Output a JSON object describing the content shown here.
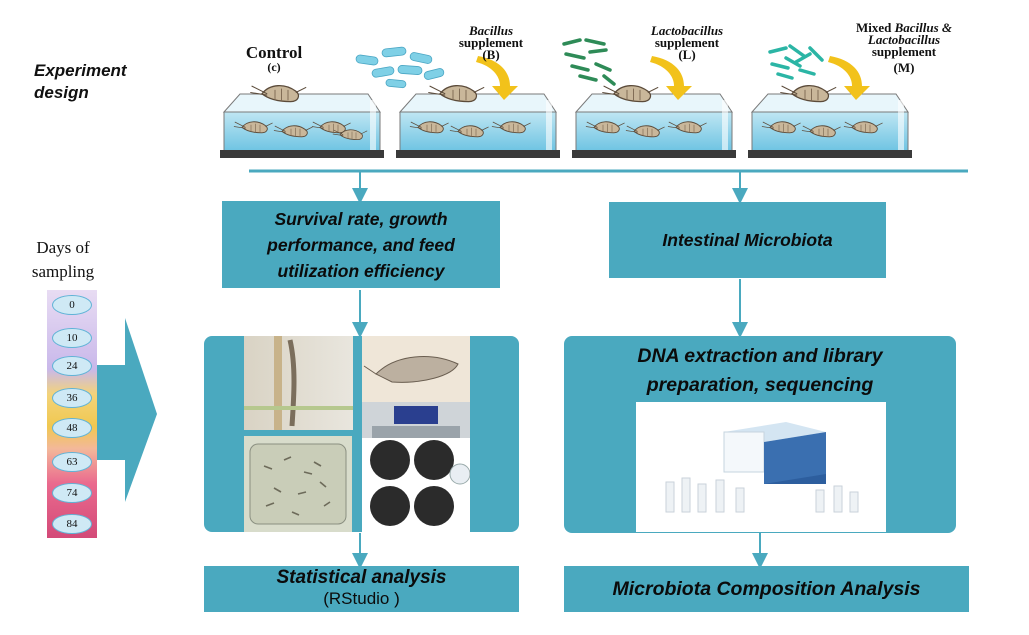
{
  "experiment_design": "Experiment design",
  "treatments": {
    "control": {
      "name": "Control",
      "code": "(c)"
    },
    "bacillus": {
      "name": "Bacillus",
      "sub": "supplement",
      "code": "(B)"
    },
    "lactobacillus": {
      "name": "Lactobacillus",
      "sub": "supplement",
      "code": "(L)"
    },
    "mixed": {
      "line1_plain": "Mixed ",
      "line1_italic": "Bacillus &",
      "line2": "Lactobacillus",
      "line3": "supplement",
      "code": "(M)"
    }
  },
  "sampling": {
    "title_line1": "Days of",
    "title_line2": "sampling",
    "days": [
      "0",
      "10",
      "24",
      "36",
      "48",
      "63",
      "74",
      "84"
    ]
  },
  "boxes": {
    "survival": "Survival rate, growth performance, and feed utilization efficiency",
    "intestinal": "Intestinal Microbiota",
    "dna": "DNA extraction and library preparation, sequencing",
    "statistical": "Statistical analysis",
    "rstudio": "(RStudio )",
    "composition": "Microbiota Composition Analysis"
  },
  "colors": {
    "teal": "#4aa9bf",
    "arrow_yellow": "#f2c21b",
    "bacillus_cells": "#7fd0e6",
    "lactobacillus_cells": "#2e8b57",
    "mixed_cells": "#2bb5a5"
  }
}
